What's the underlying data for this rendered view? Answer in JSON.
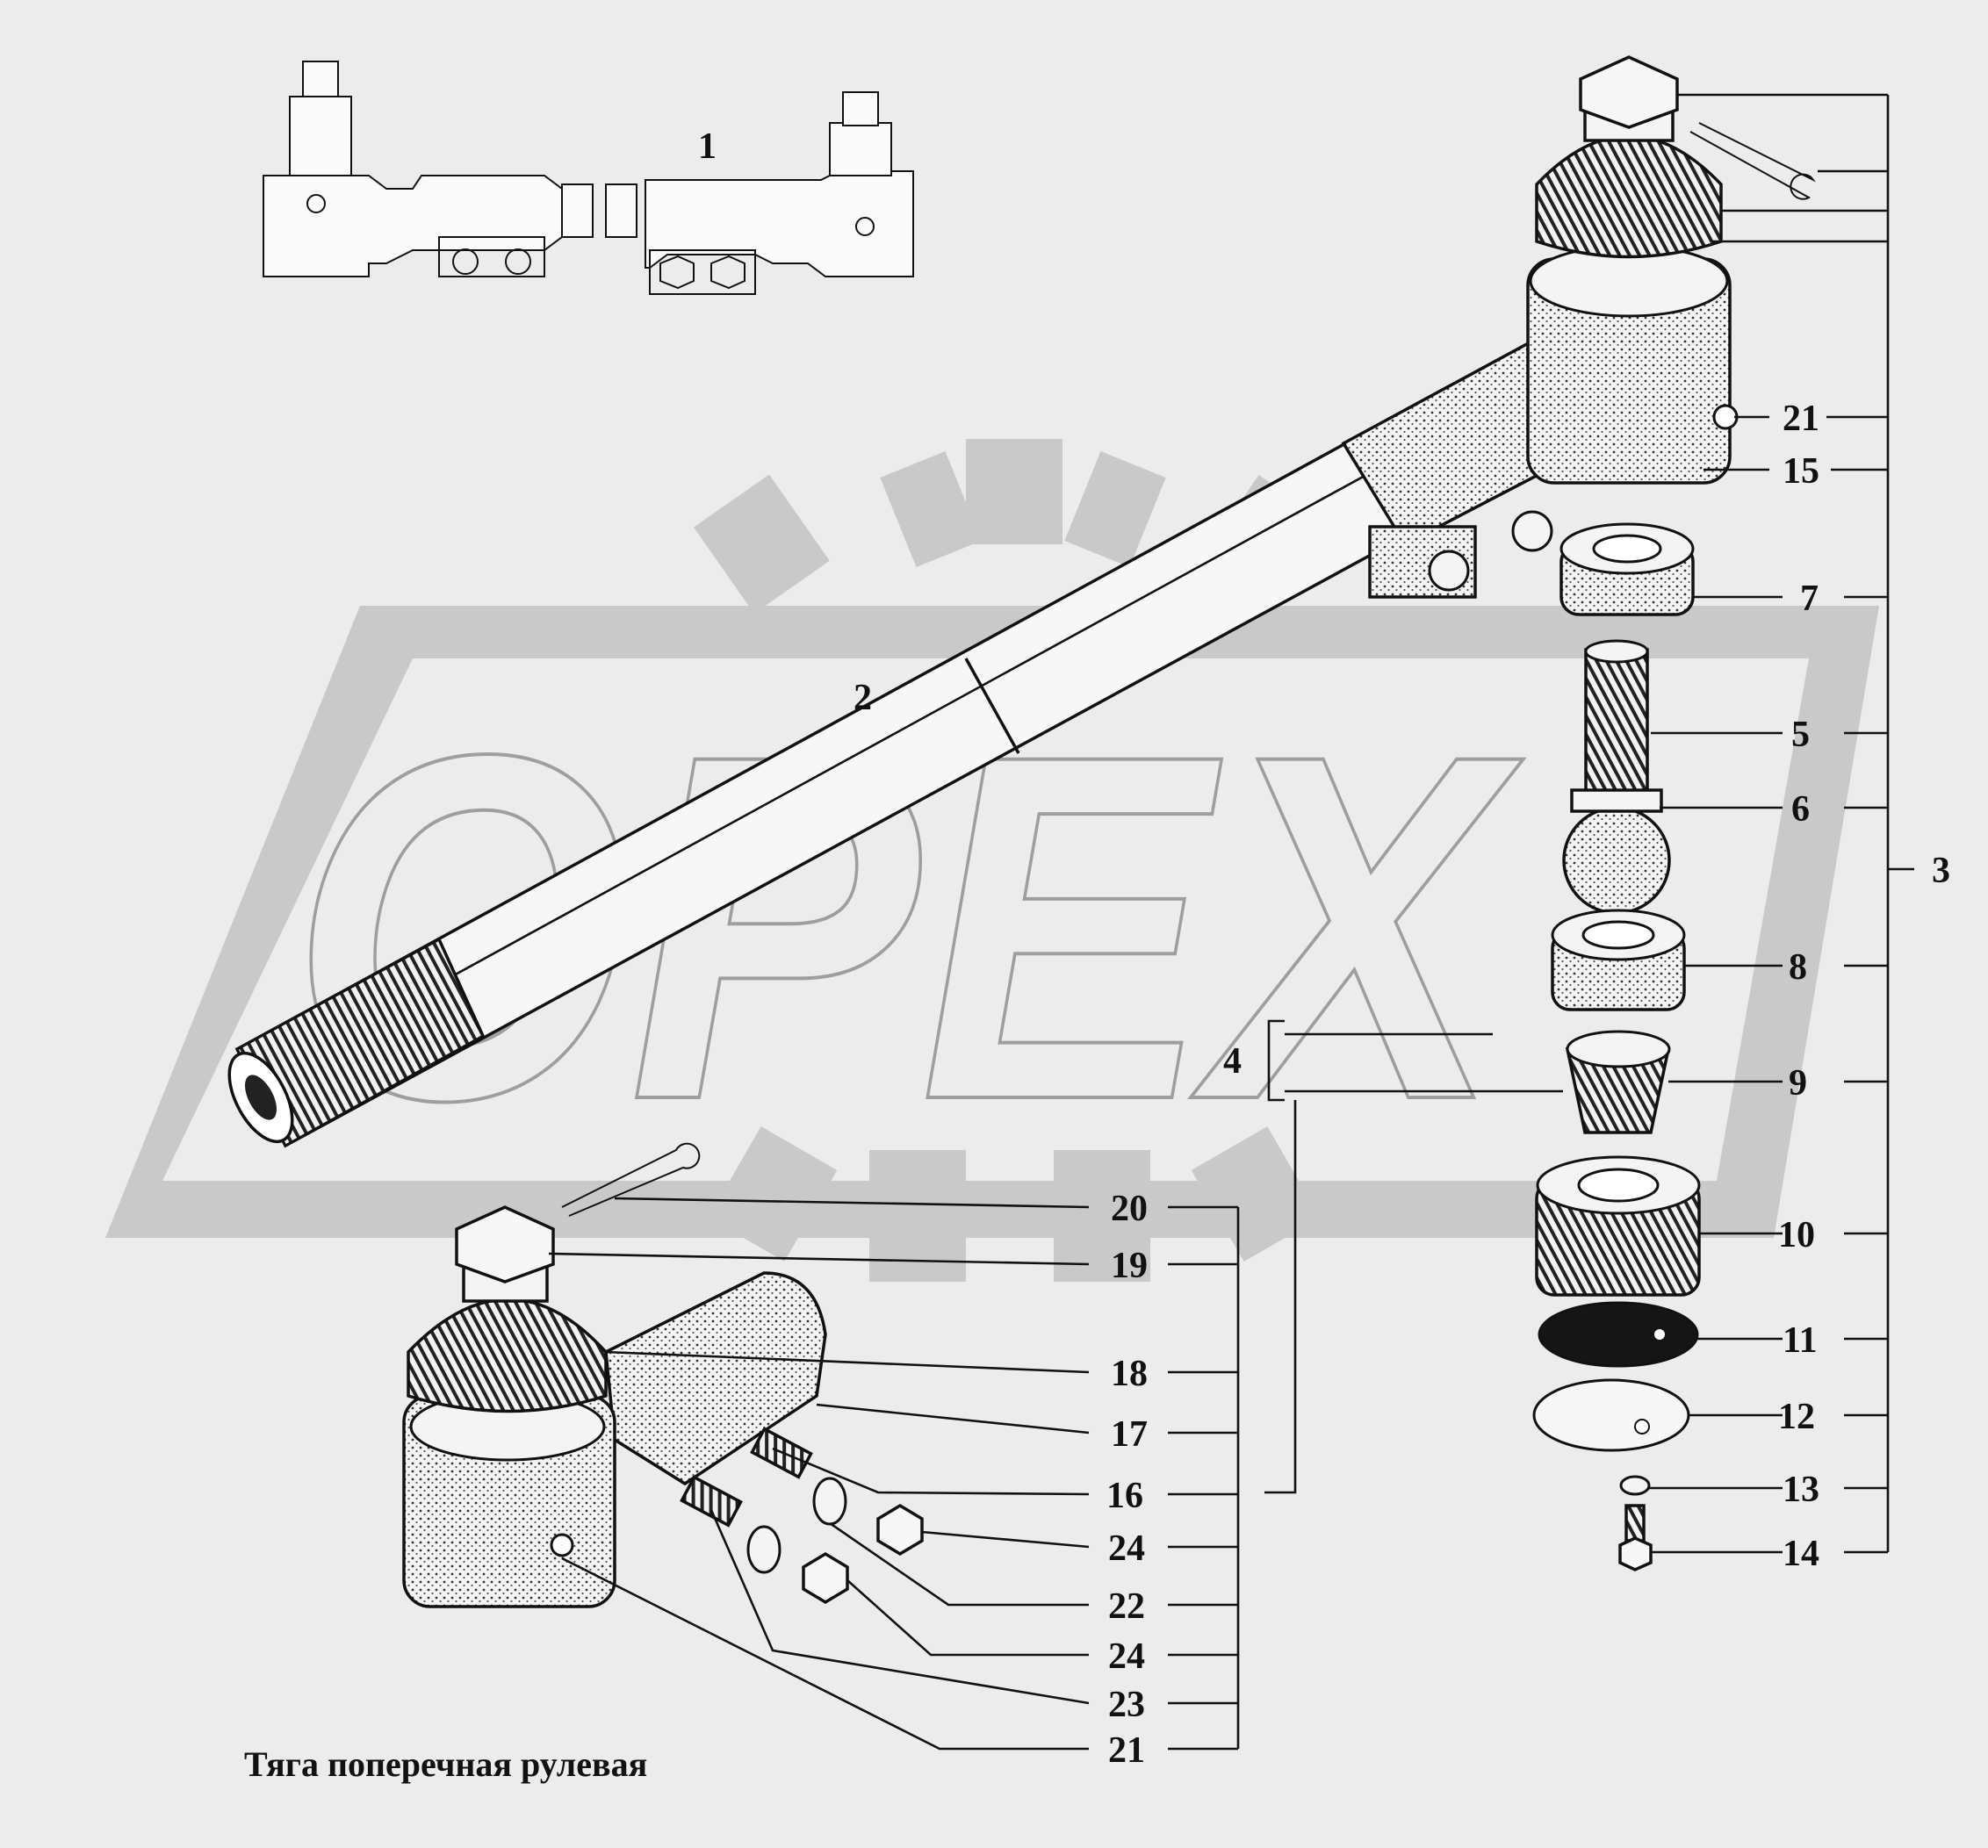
{
  "caption": "Тяга поперечная рулевая",
  "watermark": "OPEX",
  "callouts": {
    "c1": "1",
    "c2": "2",
    "c3": "3",
    "c4": "4",
    "c5": "5",
    "c6": "6",
    "c7": "7",
    "c8": "8",
    "c9": "9",
    "c10": "10",
    "c11": "11",
    "c12": "12",
    "c13": "13",
    "c14": "14",
    "c15": "15",
    "c21a": "21",
    "c20": "20",
    "c19": "19",
    "c18": "18",
    "c17": "17",
    "c16": "16",
    "c24a": "24",
    "c22": "22",
    "c24b": "24",
    "c23": "23",
    "c21b": "21"
  },
  "colors": {
    "background": "#ececec",
    "watermark": "#c9c9c9",
    "ink": "#111111"
  }
}
